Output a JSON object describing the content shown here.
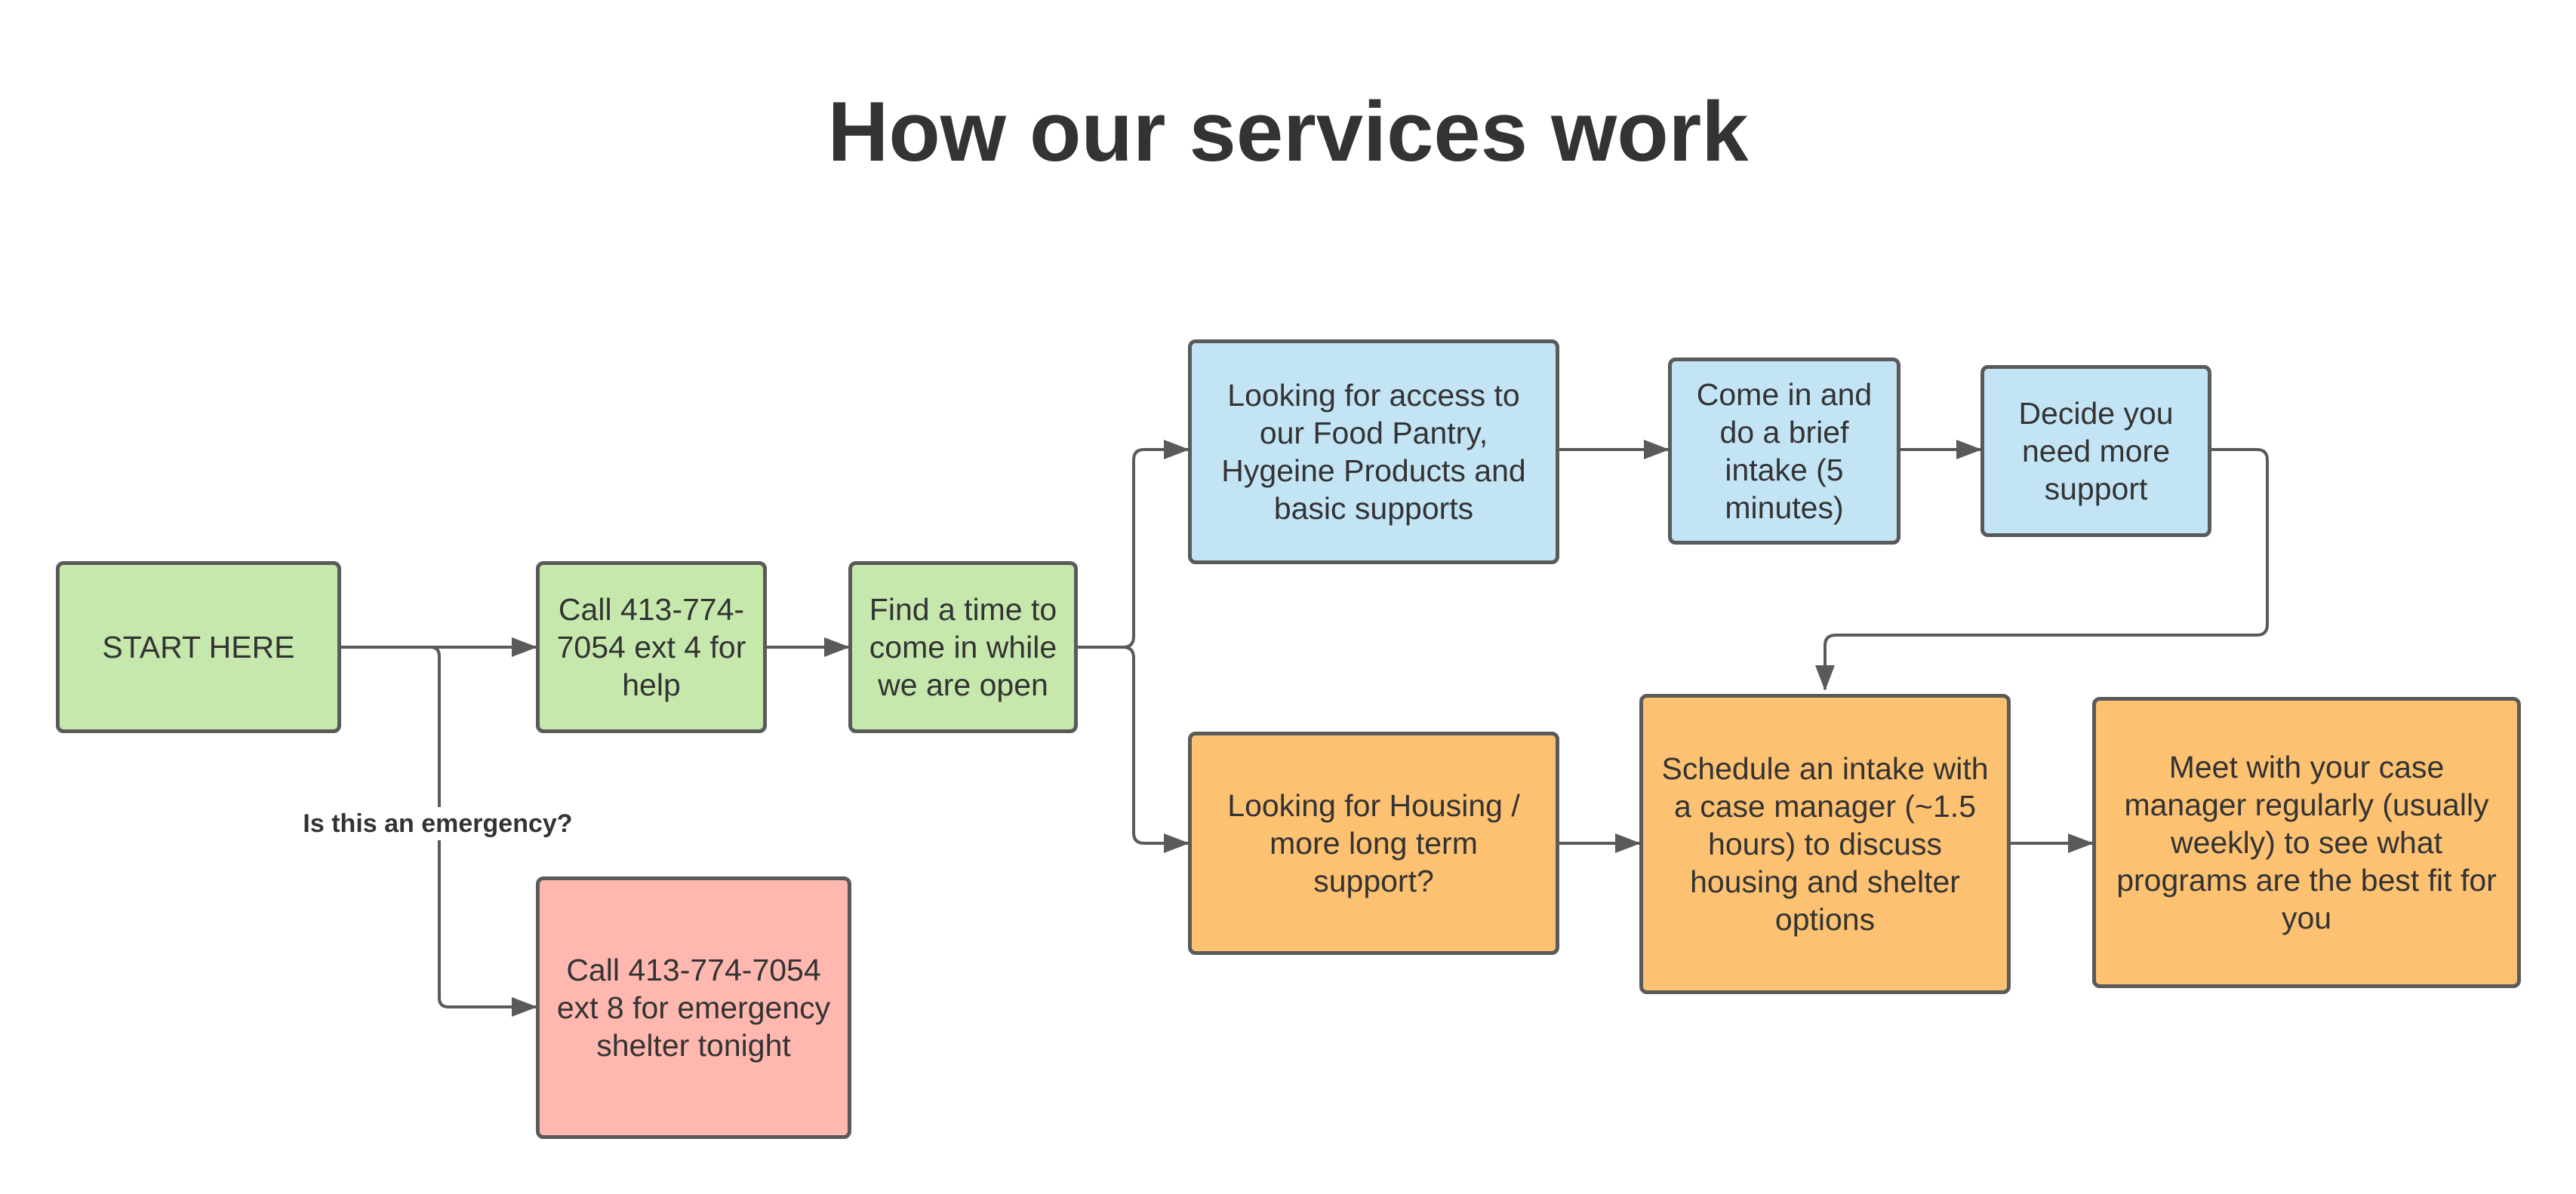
{
  "title": "How our services work",
  "colors": {
    "start_fill": "#c6e8ad",
    "info_fill": "#c3e4f5",
    "housing_fill": "#fdc172",
    "emergency_fill": "#ffb8b0",
    "border": "#5a5a5a",
    "text": "#333333"
  },
  "nodes": {
    "start": "START HERE",
    "call_help": "Call 413-774-7054 ext 4 for help",
    "find_time": "Find a time to come in while we are open",
    "food_pantry": "Looking for access to our Food Pantry, Hygeine Products and basic supports",
    "brief_intake": "Come in and do a brief intake (5 minutes)",
    "decide_support": "Decide you need more support",
    "housing": "Looking for Housing / more long term support?",
    "schedule_intake": "Schedule an intake with a case manager (~1.5 hours) to discuss housing and shelter options",
    "meet_manager": "Meet with your case manager regularly (usually weekly) to see what programs are the best fit for you",
    "emergency_call": "Call 413-774-7054 ext 8 for emergency shelter tonight"
  },
  "edge_labels": {
    "emergency_question": "Is this an emergency?"
  }
}
